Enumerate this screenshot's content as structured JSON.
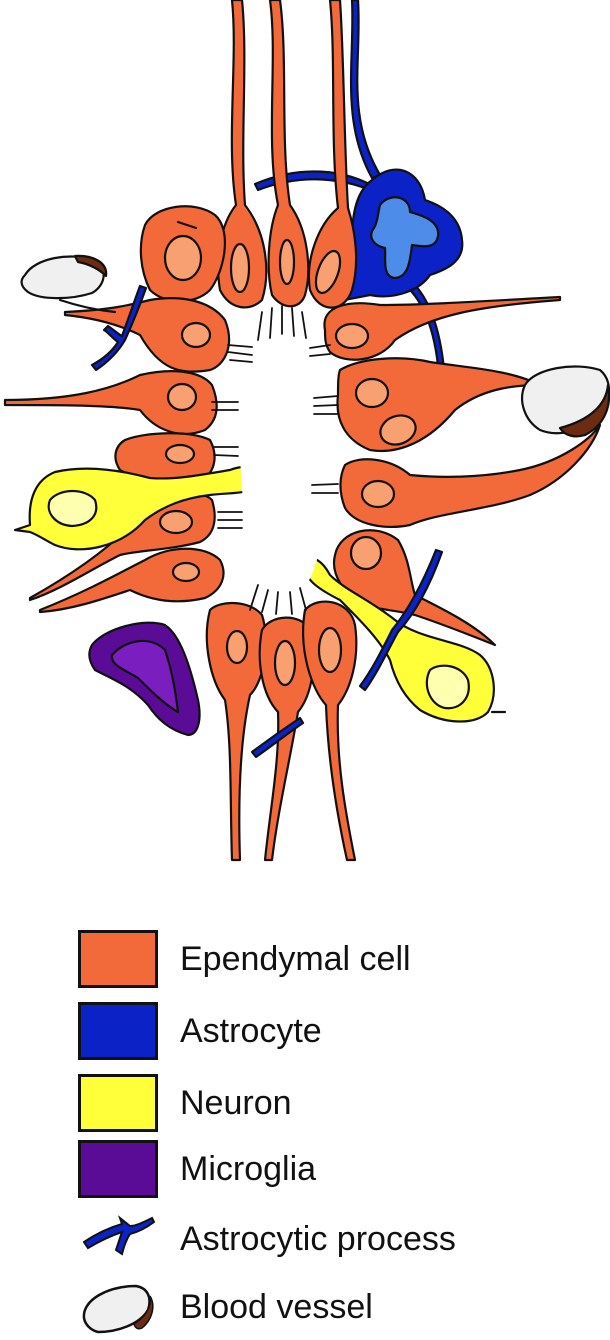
{
  "legend": {
    "ependymal": {
      "label": "Ependymal cell",
      "color": "#f26a3a"
    },
    "astrocyte": {
      "label": "Astrocyte",
      "color": "#0b22c6"
    },
    "neuron": {
      "label": "Neuron",
      "color": "#ffff3a"
    },
    "microglia": {
      "label": "Microglia",
      "color": "#5a0c96"
    },
    "astrocytic_process": {
      "label": "Astrocytic process",
      "icon": "astrocytic-process-icon"
    },
    "blood_vessel": {
      "label": "Blood vessel",
      "icon": "blood-vessel-icon"
    }
  },
  "colors": {
    "ependymal_fill": "#f26a3a",
    "ependymal_nucleus": "#f8a070",
    "astrocyte_fill": "#0b22c6",
    "astrocyte_nucleus": "#4d8ce8",
    "neuron_fill": "#ffff3a",
    "neuron_nucleus": "#ffffb0",
    "microglia_fill": "#5a0c96",
    "microglia_nucleus": "#7a1ec0",
    "vessel_fill": "#f0f0f0",
    "vessel_wall": "#6b2c12",
    "outline": "#111111"
  }
}
